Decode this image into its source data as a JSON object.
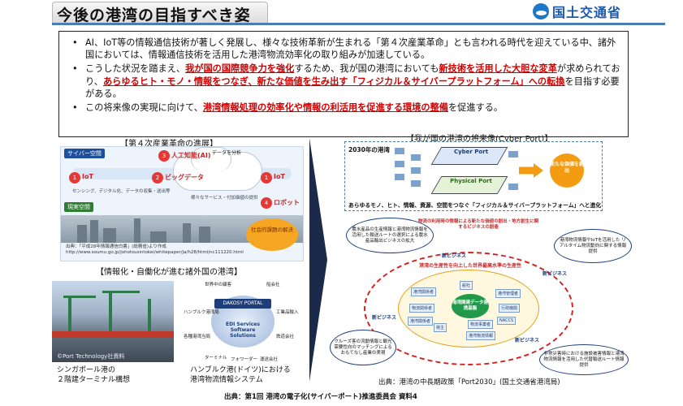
{
  "header": {
    "title": "今後の港湾の目指すべき姿",
    "logo_text": "国土交通省"
  },
  "bullets": [
    {
      "segments": [
        {
          "t": "AI、IoT等の情報通信技術が著しく発展し、様々な技術革新が生まれる「第４次産業革命」とも言われる時代を迎えている中、諸外国においては、情報通信技術を活用した港湾物流効率化の取り組みが加速している。",
          "em": false
        }
      ]
    },
    {
      "segments": [
        {
          "t": "こうした状況を踏まえ、",
          "em": false
        },
        {
          "t": "我が国の国際競争力を強化",
          "em": true
        },
        {
          "t": "するため、我が国の港湾においても",
          "em": false
        },
        {
          "t": "新技術を活用した大胆な変革",
          "em": true
        },
        {
          "t": "が求められており、",
          "em": false
        },
        {
          "t": "あらゆるヒト・モノ・情報をつなぎ、新たな価値を生み出す「フィジカル＆サイバープラットフォーム」への転換",
          "em": true
        },
        {
          "t": "を目指す必要がある。",
          "em": false
        }
      ]
    },
    {
      "segments": [
        {
          "t": "この将来像の実現に向けて、",
          "em": false
        },
        {
          "t": "港湾情報処理の効率化や情報の利活用を促進する環境の整備",
          "em": true
        },
        {
          "t": "を促進する。",
          "em": false
        }
      ]
    }
  ],
  "left_top": {
    "heading": "【第４次産業革命の進展】",
    "cyber_tag": "サイバー空間",
    "real_tag": "現実空間",
    "item_ai": "人工知能(AI)",
    "item_bigdata": "ビッグデータ",
    "item_iot_left": "IoT",
    "item_iot_right": "IoT",
    "item_robot": "ロボット",
    "data_label": "データを分析",
    "sensing": "センシング、デジタル化、データの収集・送出等",
    "service": "様々なサービス・付加価値の提供",
    "social": "社会的課題の解決",
    "source": "出典：「平成28年情報通信白書」(総務省)より作成 http://www.soumu.go.jp/johotsusintokei/whitepaper/ja/h28/html/nc111220.html"
  },
  "left_bottom": {
    "heading": "【情報化・自働化が進む諸外国の港湾】",
    "photo_credit": "©Port Technology社資料",
    "caption_sg_1": "シンガポール港の",
    "caption_sg_2": "２階建ターミナル構想",
    "caption_hb_1": "ハンブルク港(ドイツ)における",
    "caption_hb_2": "港湾物流情報システム",
    "portal_title": "DAKOSY PORTAL",
    "portal_sub": "EDI Services Software Solutions",
    "portal_labels": [
      "世界中の顧客",
      "ハンブルク港湾局",
      "各種港湾当局",
      "ターミナル",
      "フォワーダー",
      "運送会社",
      "工業品輸入",
      "鉄道会社",
      "船会社"
    ]
  },
  "right_top": {
    "heading": "【我が国の港湾の将来像(Cyber Port)】",
    "year_label": "2030年の港湾",
    "cyber_label": "Cyber Port",
    "physical_label": "Physical Port",
    "circle_text": "新たな価値を創出",
    "footer": "あらゆるモノ、ヒト、情報、資源、空間をつなぐ「フィジカル＆サイバープラットフォーム」へと進化"
  },
  "right_network": {
    "top_text": "物流の利用時の情報による新たな価値の創出・地方創生に関するビジネスの創造",
    "core_text": "港湾の生産性を向上した世界最高水準の生産性",
    "center_node": "港湾関連データ連携基盤",
    "nodes": [
      "港湾関係者",
      "物流関係者",
      "船社",
      "荷主",
      "港湾管理者",
      "行政機関",
      "NACCS",
      "港湾物流情報",
      "港湾関係者",
      "物流事業者"
    ],
    "biz_labels": [
      "新ビジネス",
      "新ビジネス",
      "新ビジネス",
      "新ビジネス"
    ],
    "bubble_agri": "農水産品の生産情報と港湾物流情報を活用した輸送ルートの選択による農水産品輸出ビジネスの拡大",
    "bubble_iot": "港湾物流情報やIoTを活用した リアルタイム物流動向に関する情報提供",
    "bubble_cruise": "クルーズ客の流動情報と観光需要性向のマッチングによるおもてなし産業の実現",
    "bubble_disaster": "非常災害時における施設被害情報と港湾物流情報を活用した代替輸送ルート情報提供"
  },
  "sources": {
    "right": "出典：港湾の中長期政策「Port2030」(国土交通省港湾局)",
    "bottom": "出典：第1回 港湾の電子化(サイバーポート)推進委員会 資料4"
  }
}
